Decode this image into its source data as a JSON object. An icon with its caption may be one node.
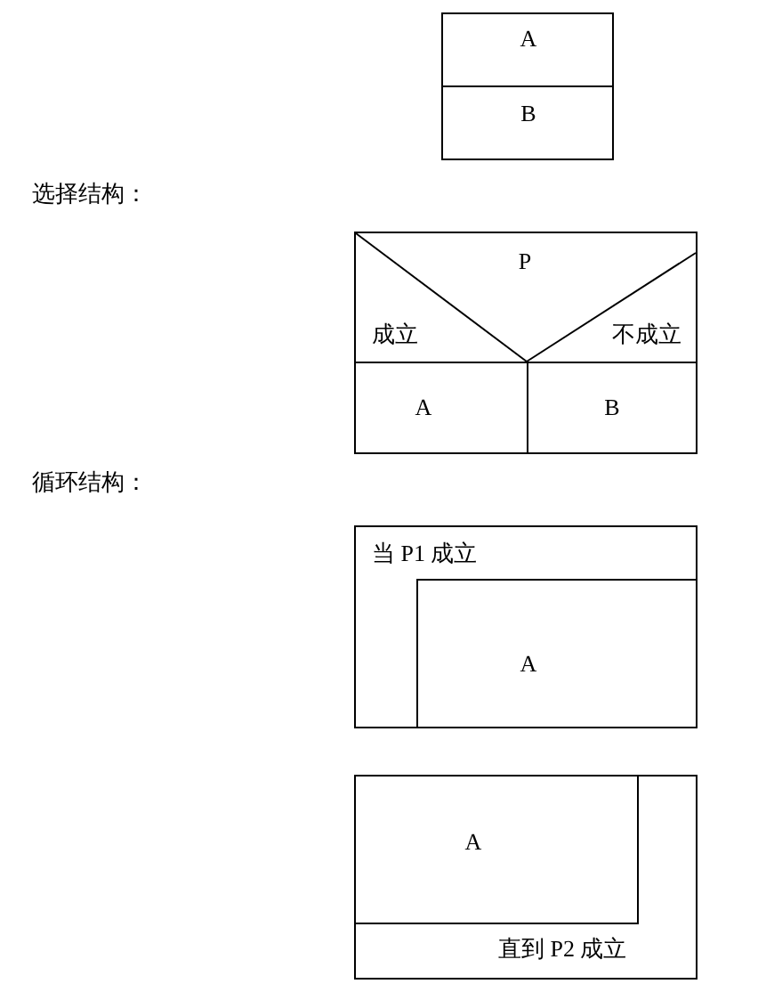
{
  "diagram": {
    "nodes": [
      {
        "text": [
          "A"
        ]
      },
      {
        "text": [
          "B"
        ]
      },
      {
        "text": [
          "P",
          "成立",
          "不成立"
        ]
      },
      {
        "text": [
          "A"
        ]
      },
      {
        "text": [
          "B"
        ]
      },
      {
        "text": [
          "当 P1 成立"
        ]
      },
      {
        "text": [
          "A"
        ],
        "in": 5
      },
      {
        "text": [
          "直到 P2 成立"
        ]
      },
      {
        "text": [
          "A"
        ],
        "in": 7
      }
    ],
    "labels": [
      "选择结构：",
      "循环结构："
    ]
  }
}
